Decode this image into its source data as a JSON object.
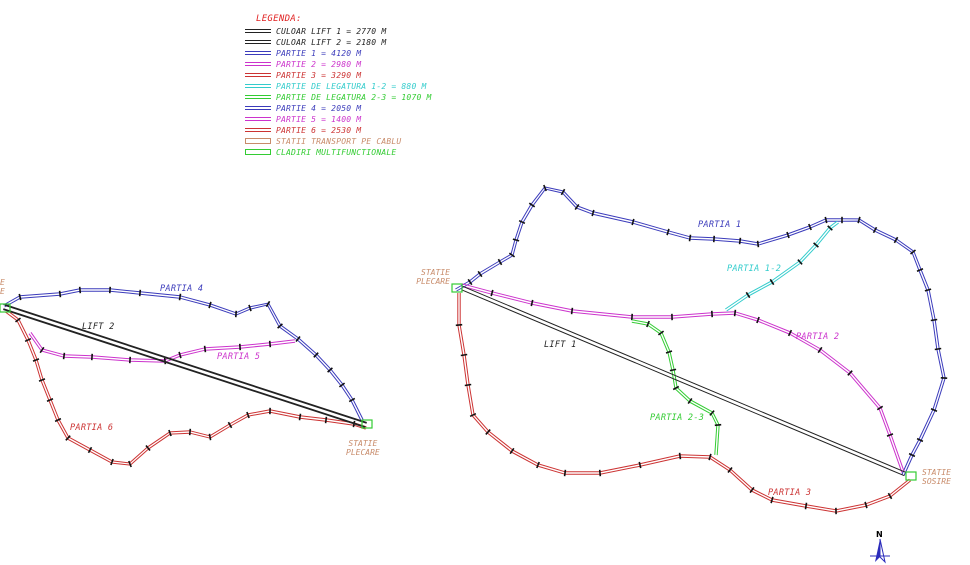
{
  "legend": {
    "title": "LEGENDA:",
    "title_color": "#e02020",
    "items": [
      {
        "label": "CULOAR LIFT 1 = 2770 M",
        "color": "#222222",
        "style": "line"
      },
      {
        "label": "CULOAR LIFT 2 = 2180 M",
        "color": "#222222",
        "style": "line"
      },
      {
        "label": "PARTIE 1 = 4120 M",
        "color": "#3b3bbb",
        "style": "line"
      },
      {
        "label": "PARTIE 2 = 2980 M",
        "color": "#cc33cc",
        "style": "line"
      },
      {
        "label": "PARTIE 3 = 3290 M",
        "color": "#cc3333",
        "style": "line"
      },
      {
        "label": "PARTIE DE LEGATURA 1-2 = 880 M",
        "color": "#33cccc",
        "style": "line"
      },
      {
        "label": "PARTIE DE LEGATURA 2-3 = 1070 M",
        "color": "#33cc33",
        "style": "line"
      },
      {
        "label": "PARTIE 4 = 2050 M",
        "color": "#3b3bbb",
        "style": "line"
      },
      {
        "label": "PARTIE 5 = 1400 M",
        "color": "#cc33cc",
        "style": "line"
      },
      {
        "label": "PARTIE 6 = 2530 M",
        "color": "#cc3333",
        "style": "line"
      },
      {
        "label": "STATII TRANSPORT PE CABLU",
        "color": "#c88b6a",
        "style": "box"
      },
      {
        "label": "CLADIRI MULTIFUNCTIONALE",
        "color": "#33cc33",
        "style": "box"
      }
    ]
  },
  "map": {
    "routes": {
      "partia_1": {
        "label": "PARTIA 1",
        "color": "#3b3bbb"
      },
      "partia_2": {
        "label": "PARTIA 2",
        "color": "#cc33cc"
      },
      "partia_3": {
        "label": "PARTIA 3",
        "color": "#cc3333"
      },
      "partia_1_2": {
        "label": "PARTIA 1-2",
        "color": "#33cccc"
      },
      "partia_2_3": {
        "label": "PARTIA 2-3",
        "color": "#33cc33"
      },
      "lift_1": {
        "label": "LIFT 1",
        "color": "#222222"
      },
      "partia_4": {
        "label": "PARTIA 4",
        "color": "#3b3bbb"
      },
      "partia_5": {
        "label": "PARTIA 5",
        "color": "#cc33cc"
      },
      "partia_6": {
        "label": "PARTIA 6",
        "color": "#cc3333"
      },
      "lift_2": {
        "label": "LIFT 2",
        "color": "#222222"
      }
    },
    "stations": {
      "color": "#c88b6a",
      "e_plecare": [
        "STATIE",
        "PLECARE"
      ],
      "e_sosire": [
        "STATIE",
        "SOSIRE"
      ],
      "w_partial": [
        "E",
        "E"
      ],
      "w_plecare": [
        "STATIE",
        "PLECARE"
      ]
    },
    "north_letter": "N",
    "north_icon": "north-arrow-icon"
  }
}
